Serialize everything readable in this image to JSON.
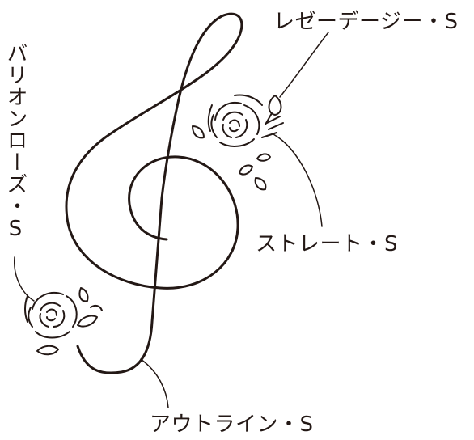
{
  "labels": {
    "lazy_daisy": "レゼーデージー・S",
    "straight": "ストレート・S",
    "outline": "アウトライン・S",
    "bullion_rose": "バリオンローズ・S"
  },
  "colors": {
    "line": "#231815",
    "background": "#ffffff"
  }
}
